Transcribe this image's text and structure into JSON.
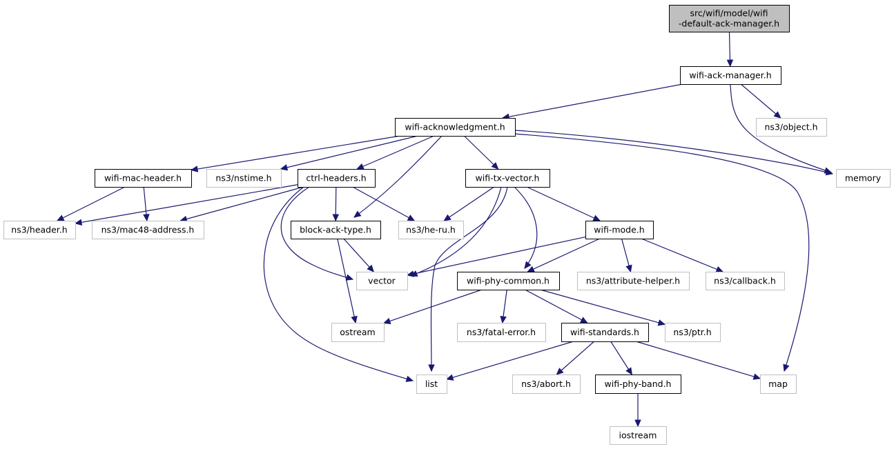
{
  "colors": {
    "edge": "#191970",
    "root_fill": "#bfbfbf",
    "dark_border": "#000000",
    "light_border": "#bfbfbf",
    "background": "#ffffff"
  },
  "nodes": {
    "root": {
      "lines": [
        "src/wifi/model/wifi",
        "-default-ack-manager.h"
      ],
      "style": "root"
    },
    "ack_manager": {
      "lines": [
        "wifi-ack-manager.h"
      ],
      "style": "dark"
    },
    "acknowledgment": {
      "lines": [
        "wifi-acknowledgment.h"
      ],
      "style": "dark"
    },
    "object": {
      "lines": [
        "ns3/object.h"
      ],
      "style": "light"
    },
    "memory": {
      "lines": [
        "memory"
      ],
      "style": "light"
    },
    "mac_header": {
      "lines": [
        "wifi-mac-header.h"
      ],
      "style": "dark"
    },
    "nstime": {
      "lines": [
        "ns3/nstime.h"
      ],
      "style": "light"
    },
    "ctrl_headers": {
      "lines": [
        "ctrl-headers.h"
      ],
      "style": "dark"
    },
    "tx_vector": {
      "lines": [
        "wifi-tx-vector.h"
      ],
      "style": "dark"
    },
    "header": {
      "lines": [
        "ns3/header.h"
      ],
      "style": "light"
    },
    "mac48": {
      "lines": [
        "ns3/mac48-address.h"
      ],
      "style": "light"
    },
    "block_ack_type": {
      "lines": [
        "block-ack-type.h"
      ],
      "style": "dark"
    },
    "he_ru": {
      "lines": [
        "ns3/he-ru.h"
      ],
      "style": "light"
    },
    "wifi_mode": {
      "lines": [
        "wifi-mode.h"
      ],
      "style": "dark"
    },
    "vector": {
      "lines": [
        "vector"
      ],
      "style": "light"
    },
    "phy_common": {
      "lines": [
        "wifi-phy-common.h"
      ],
      "style": "dark"
    },
    "attribute_helper": {
      "lines": [
        "ns3/attribute-helper.h"
      ],
      "style": "light"
    },
    "callback": {
      "lines": [
        "ns3/callback.h"
      ],
      "style": "light"
    },
    "ostream": {
      "lines": [
        "ostream"
      ],
      "style": "light"
    },
    "fatal_error": {
      "lines": [
        "ns3/fatal-error.h"
      ],
      "style": "light"
    },
    "standards": {
      "lines": [
        "wifi-standards.h"
      ],
      "style": "dark"
    },
    "ptr": {
      "lines": [
        "ns3/ptr.h"
      ],
      "style": "light"
    },
    "list": {
      "lines": [
        "list"
      ],
      "style": "light"
    },
    "abort": {
      "lines": [
        "ns3/abort.h"
      ],
      "style": "light"
    },
    "phy_band": {
      "lines": [
        "wifi-phy-band.h"
      ],
      "style": "dark"
    },
    "map": {
      "lines": [
        "map"
      ],
      "style": "light"
    },
    "iostream": {
      "lines": [
        "iostream"
      ],
      "style": "light"
    }
  },
  "edges": [
    [
      "root",
      "ack_manager"
    ],
    [
      "ack_manager",
      "acknowledgment"
    ],
    [
      "ack_manager",
      "object"
    ],
    [
      "ack_manager",
      "memory"
    ],
    [
      "acknowledgment",
      "mac_header"
    ],
    [
      "acknowledgment",
      "nstime"
    ],
    [
      "acknowledgment",
      "ctrl_headers"
    ],
    [
      "acknowledgment",
      "block_ack_type"
    ],
    [
      "acknowledgment",
      "tx_vector"
    ],
    [
      "acknowledgment",
      "memory"
    ],
    [
      "acknowledgment",
      "map"
    ],
    [
      "mac_header",
      "header"
    ],
    [
      "mac_header",
      "mac48"
    ],
    [
      "ctrl_headers",
      "header"
    ],
    [
      "ctrl_headers",
      "mac48"
    ],
    [
      "ctrl_headers",
      "block_ack_type"
    ],
    [
      "ctrl_headers",
      "he_ru"
    ],
    [
      "ctrl_headers",
      "vector"
    ],
    [
      "ctrl_headers",
      "list"
    ],
    [
      "tx_vector",
      "he_ru"
    ],
    [
      "tx_vector",
      "vector"
    ],
    [
      "tx_vector",
      "list"
    ],
    [
      "tx_vector",
      "wifi_mode"
    ],
    [
      "tx_vector",
      "phy_common"
    ],
    [
      "block_ack_type",
      "vector"
    ],
    [
      "block_ack_type",
      "ostream"
    ],
    [
      "wifi_mode",
      "vector"
    ],
    [
      "wifi_mode",
      "phy_common"
    ],
    [
      "wifi_mode",
      "attribute_helper"
    ],
    [
      "wifi_mode",
      "callback"
    ],
    [
      "phy_common",
      "ostream"
    ],
    [
      "phy_common",
      "fatal_error"
    ],
    [
      "phy_common",
      "standards"
    ],
    [
      "phy_common",
      "ptr"
    ],
    [
      "standards",
      "list"
    ],
    [
      "standards",
      "abort"
    ],
    [
      "standards",
      "phy_band"
    ],
    [
      "standards",
      "map"
    ],
    [
      "phy_band",
      "iostream"
    ]
  ]
}
